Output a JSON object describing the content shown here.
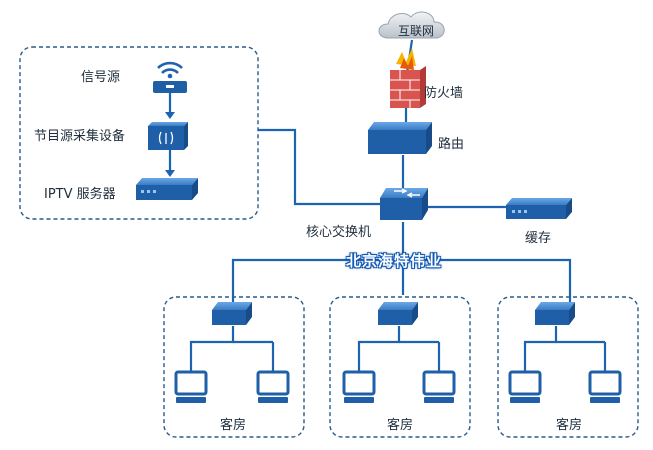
{
  "colors": {
    "line": "#1e63b0",
    "dash": "#2a5a8a",
    "device_top": "#4a8fd8",
    "device_front": "#1f5fa8",
    "device_side": "#174c88"
  },
  "internet": {
    "label": "互联网",
    "icon": "cloud-icon"
  },
  "firewall": {
    "label": "防火墙",
    "icon": "firewall-icon"
  },
  "router": {
    "label": "路由",
    "icon": "router-icon"
  },
  "core_switch": {
    "label": "核心交换机",
    "icon": "switch-icon"
  },
  "cache": {
    "label": "缓存",
    "icon": "server-icon"
  },
  "brand": {
    "label": "北京海特伟业"
  },
  "headend": {
    "signal_source": {
      "label": "信号源",
      "icon": "wifi-icon"
    },
    "capture_device": {
      "label": "节目源采集设备",
      "icon": "capture-device-icon"
    },
    "iptv_server": {
      "label": "IPTV 服务器",
      "icon": "server-icon"
    }
  },
  "rooms": [
    {
      "label": "客房",
      "icon": "monitor-icon"
    },
    {
      "label": "客房",
      "icon": "monitor-icon"
    },
    {
      "label": "客房",
      "icon": "monitor-icon"
    }
  ]
}
